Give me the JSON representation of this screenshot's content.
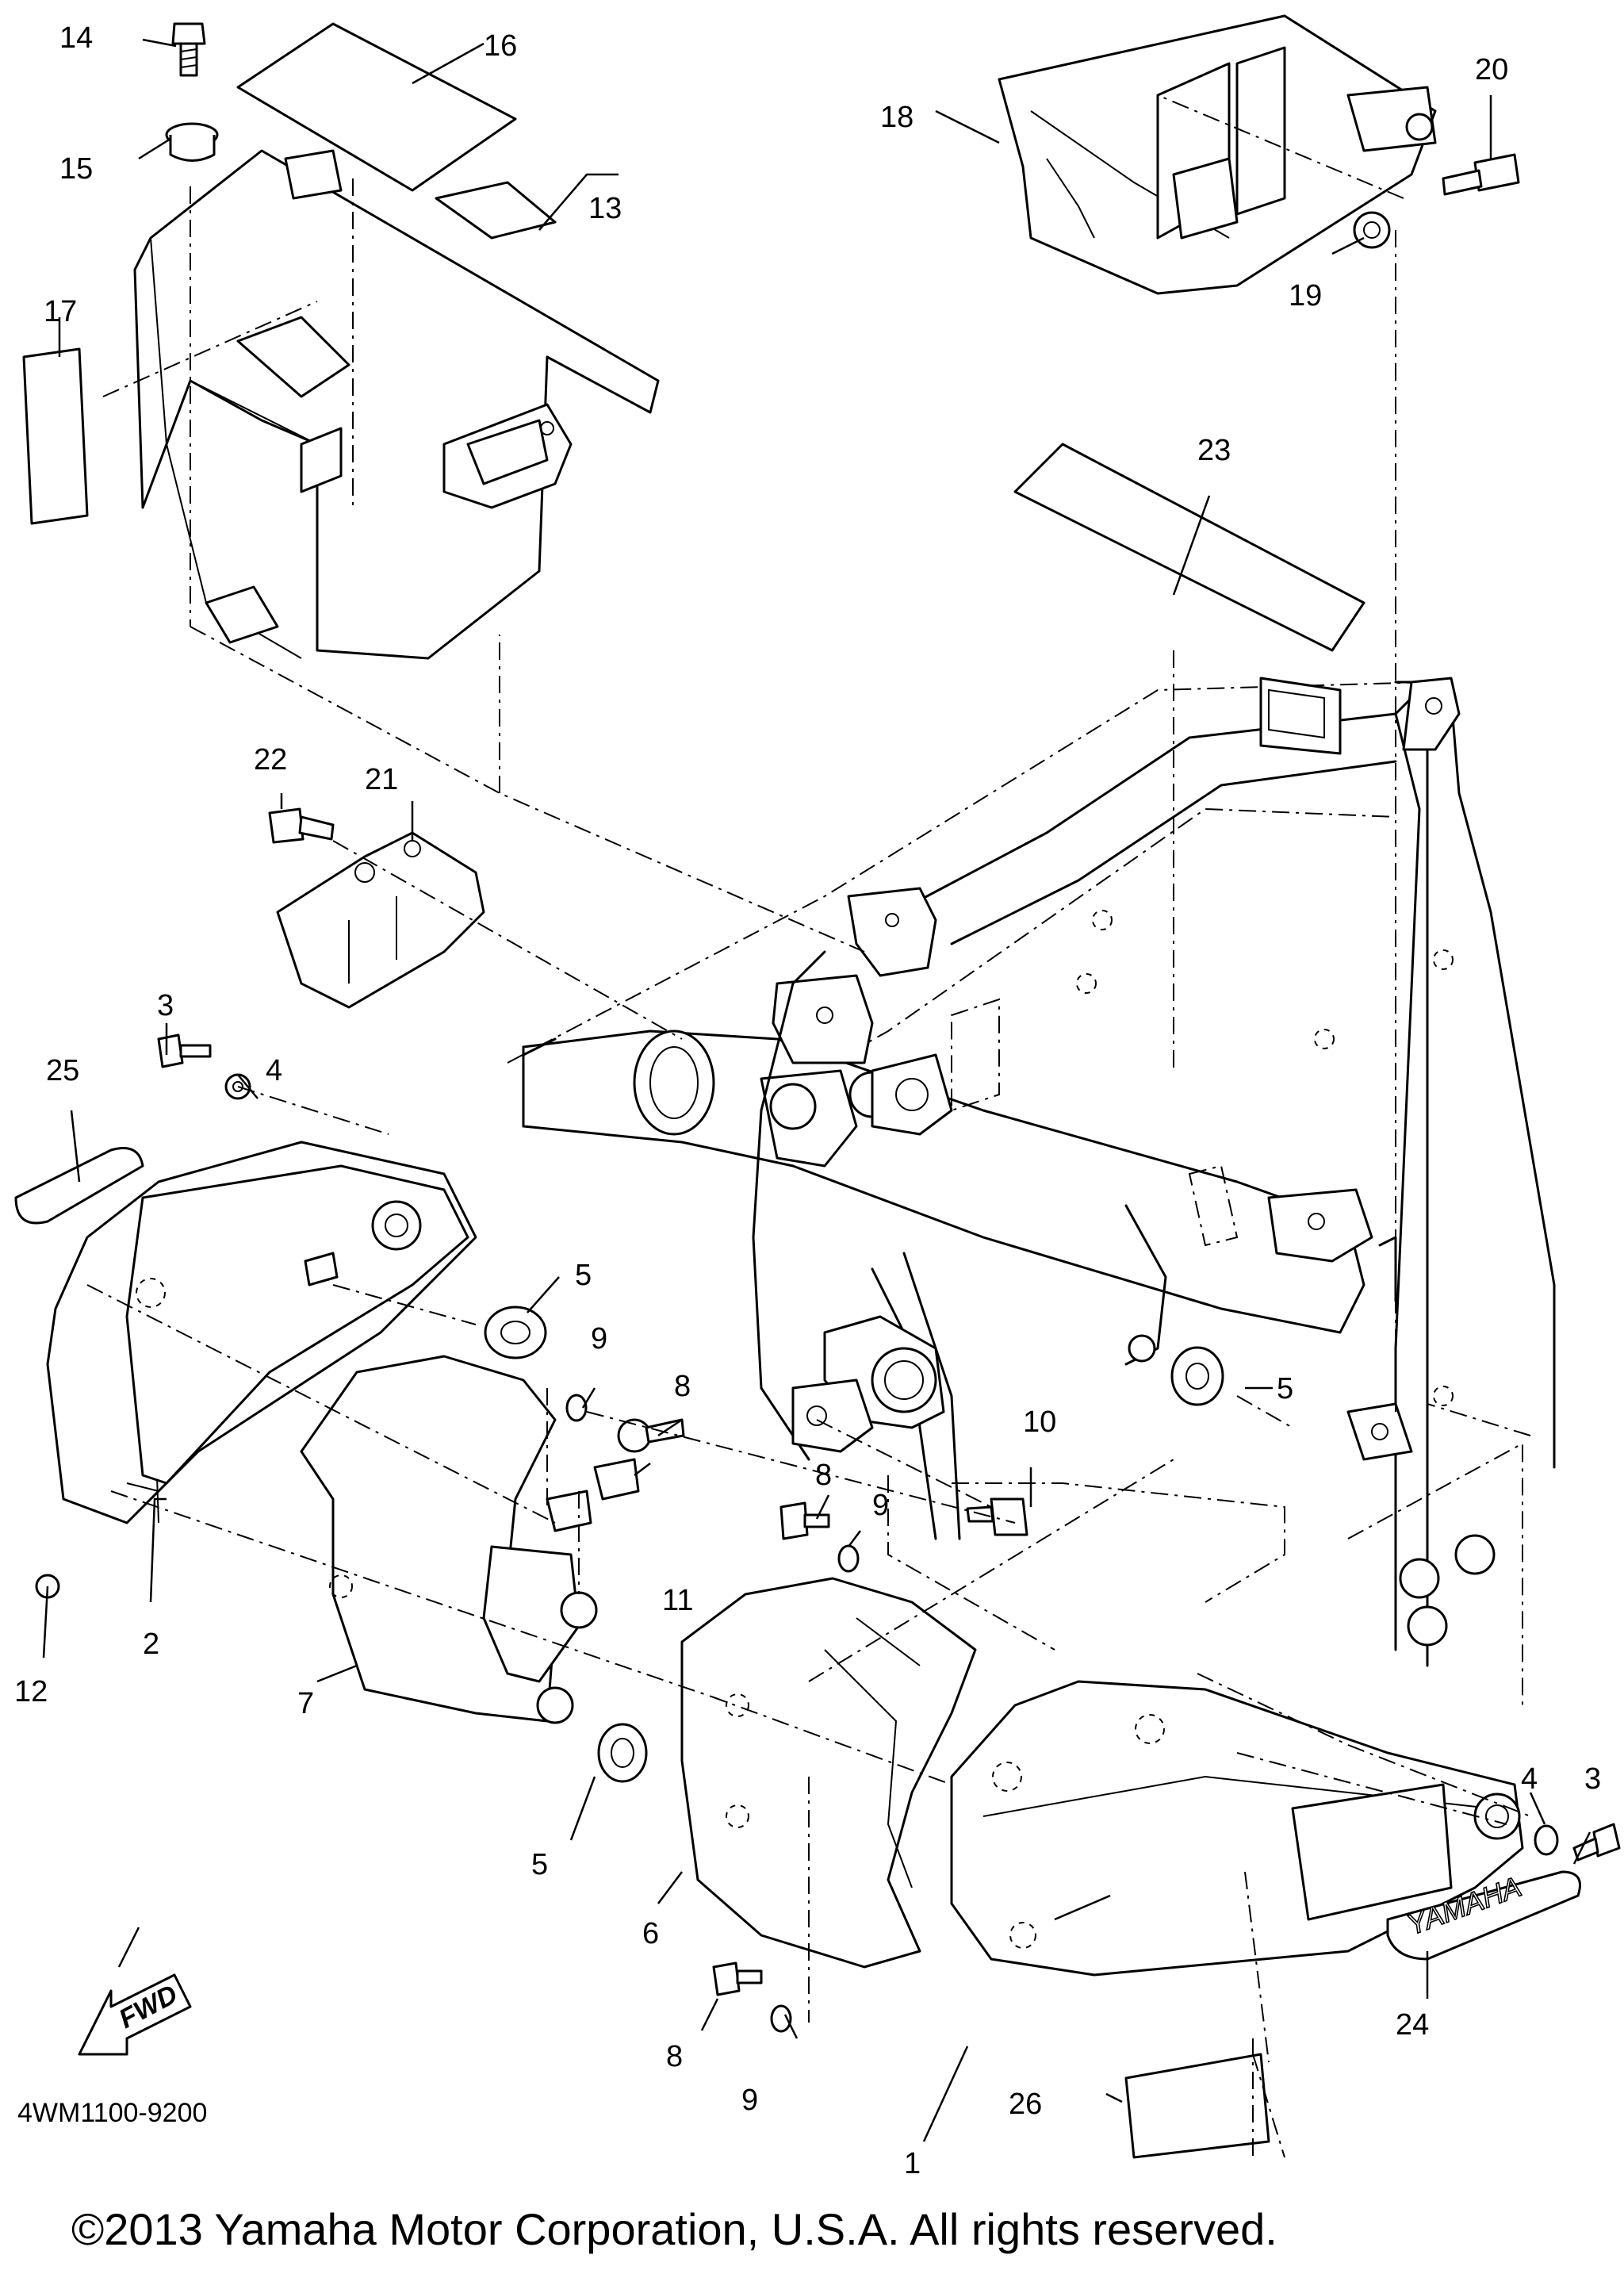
{
  "diagram": {
    "drawing_code": "4WM1100-9200",
    "copyright": "©2013 Yamaha Motor Corporation, U.S.A. All rights reserved.",
    "direction_label": "FWD",
    "emblem_text": "YAMAHA",
    "callouts": {
      "c1": "1",
      "c2": "2",
      "c3a": "3",
      "c3b": "3",
      "c4a": "4",
      "c4b": "4",
      "c5a": "5",
      "c5b": "5",
      "c5c": "5",
      "c6": "6",
      "c7": "7",
      "c8a": "8",
      "c8b": "8",
      "c8c": "8",
      "c9a": "9",
      "c9b": "9",
      "c9c": "9",
      "c10": "10",
      "c11": "11",
      "c12": "12",
      "c13": "13",
      "c14": "14",
      "c15": "15",
      "c16": "16",
      "c17": "17",
      "c18": "18",
      "c19": "19",
      "c20": "20",
      "c21": "21",
      "c22": "22",
      "c23": "23",
      "c24": "24",
      "c25": "25",
      "c26": "26"
    }
  }
}
